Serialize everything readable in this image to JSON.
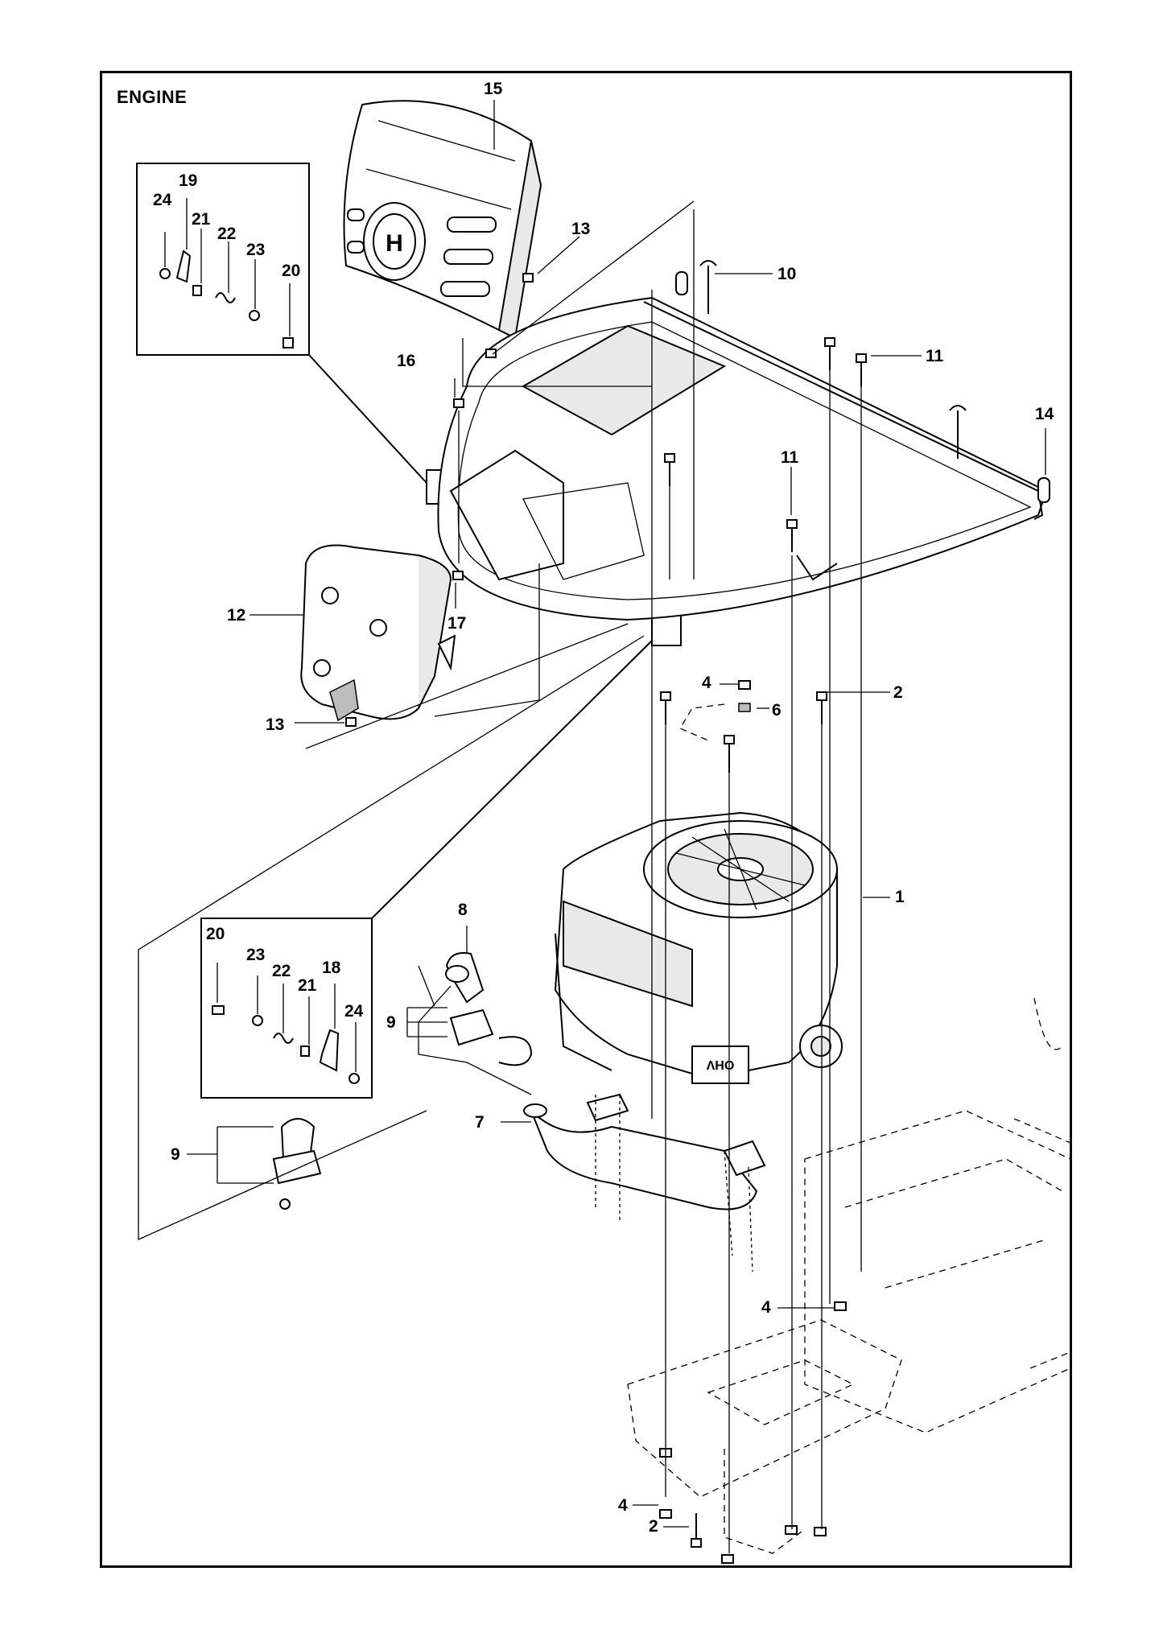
{
  "title": "ENGINE",
  "callouts": [
    {
      "id": "c15",
      "text": "15"
    },
    {
      "id": "c13a",
      "text": "13"
    },
    {
      "id": "c10",
      "text": "10"
    },
    {
      "id": "c11a",
      "text": "11"
    },
    {
      "id": "c14",
      "text": "14"
    },
    {
      "id": "c11b",
      "text": "11"
    },
    {
      "id": "c16",
      "text": "16"
    },
    {
      "id": "c17",
      "text": "17"
    },
    {
      "id": "c12",
      "text": "12"
    },
    {
      "id": "c13b",
      "text": "13"
    },
    {
      "id": "c4a",
      "text": "4"
    },
    {
      "id": "c6",
      "text": "6"
    },
    {
      "id": "c2a",
      "text": "2"
    },
    {
      "id": "c1",
      "text": "1"
    },
    {
      "id": "c8",
      "text": "8"
    },
    {
      "id": "c9a",
      "text": "9"
    },
    {
      "id": "c7",
      "text": "7"
    },
    {
      "id": "c9b",
      "text": "9"
    },
    {
      "id": "c4b",
      "text": "4"
    },
    {
      "id": "c4c",
      "text": "4"
    },
    {
      "id": "c2b",
      "text": "2"
    },
    {
      "id": "i1_24",
      "text": "24"
    },
    {
      "id": "i1_19",
      "text": "19"
    },
    {
      "id": "i1_21",
      "text": "21"
    },
    {
      "id": "i1_22",
      "text": "22"
    },
    {
      "id": "i1_23",
      "text": "23"
    },
    {
      "id": "i1_20",
      "text": "20"
    },
    {
      "id": "i2_20",
      "text": "20"
    },
    {
      "id": "i2_23",
      "text": "23"
    },
    {
      "id": "i2_22",
      "text": "22"
    },
    {
      "id": "i2_21",
      "text": "21"
    },
    {
      "id": "i2_18",
      "text": "18"
    },
    {
      "id": "i2_24",
      "text": "24"
    }
  ],
  "engine_decal": "OHV",
  "brand_mark": "H"
}
